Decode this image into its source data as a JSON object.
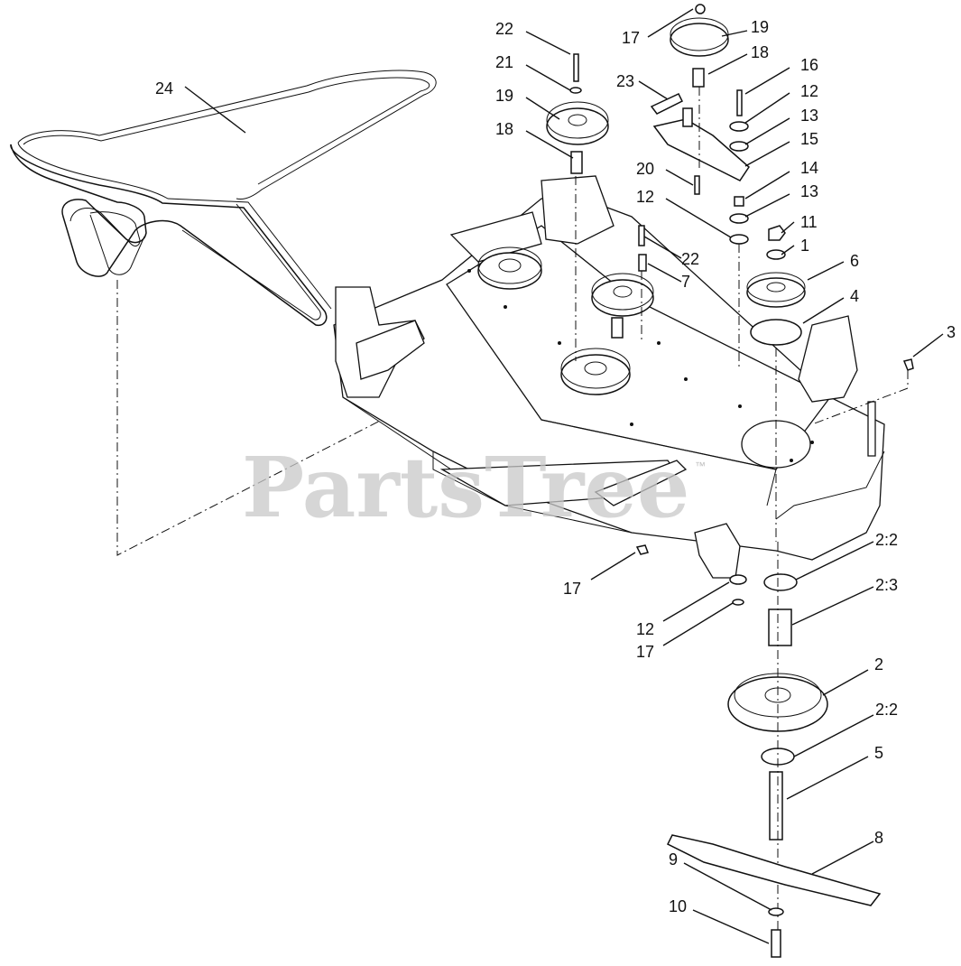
{
  "watermark": {
    "text": "PartsTree",
    "mark": "™"
  },
  "callouts": [
    {
      "id": "c24",
      "label": "24"
    },
    {
      "id": "c22a",
      "label": "22"
    },
    {
      "id": "c21",
      "label": "21"
    },
    {
      "id": "c19a",
      "label": "19"
    },
    {
      "id": "c18a",
      "label": "18"
    },
    {
      "id": "c17a",
      "label": "17"
    },
    {
      "id": "c19b",
      "label": "19"
    },
    {
      "id": "c18b",
      "label": "18"
    },
    {
      "id": "c23",
      "label": "23"
    },
    {
      "id": "c16",
      "label": "16"
    },
    {
      "id": "c12a",
      "label": "12"
    },
    {
      "id": "c13a",
      "label": "13"
    },
    {
      "id": "c15",
      "label": "15"
    },
    {
      "id": "c20",
      "label": "20"
    },
    {
      "id": "c14",
      "label": "14"
    },
    {
      "id": "c12b",
      "label": "12"
    },
    {
      "id": "c13b",
      "label": "13"
    },
    {
      "id": "c11",
      "label": "11"
    },
    {
      "id": "c1",
      "label": "1"
    },
    {
      "id": "c22b",
      "label": "22"
    },
    {
      "id": "c7",
      "label": "7"
    },
    {
      "id": "c6",
      "label": "6"
    },
    {
      "id": "c4",
      "label": "4"
    },
    {
      "id": "c3",
      "label": "3"
    },
    {
      "id": "c17b",
      "label": "17"
    },
    {
      "id": "c22c",
      "label": "2:2"
    },
    {
      "id": "c23b",
      "label": "2:3"
    },
    {
      "id": "c12c",
      "label": "12"
    },
    {
      "id": "c17c",
      "label": "17"
    },
    {
      "id": "c2",
      "label": "2"
    },
    {
      "id": "c22d",
      "label": "2:2"
    },
    {
      "id": "c5",
      "label": "5"
    },
    {
      "id": "c8",
      "label": "8"
    },
    {
      "id": "c9",
      "label": "9"
    },
    {
      "id": "c10",
      "label": "10"
    }
  ]
}
